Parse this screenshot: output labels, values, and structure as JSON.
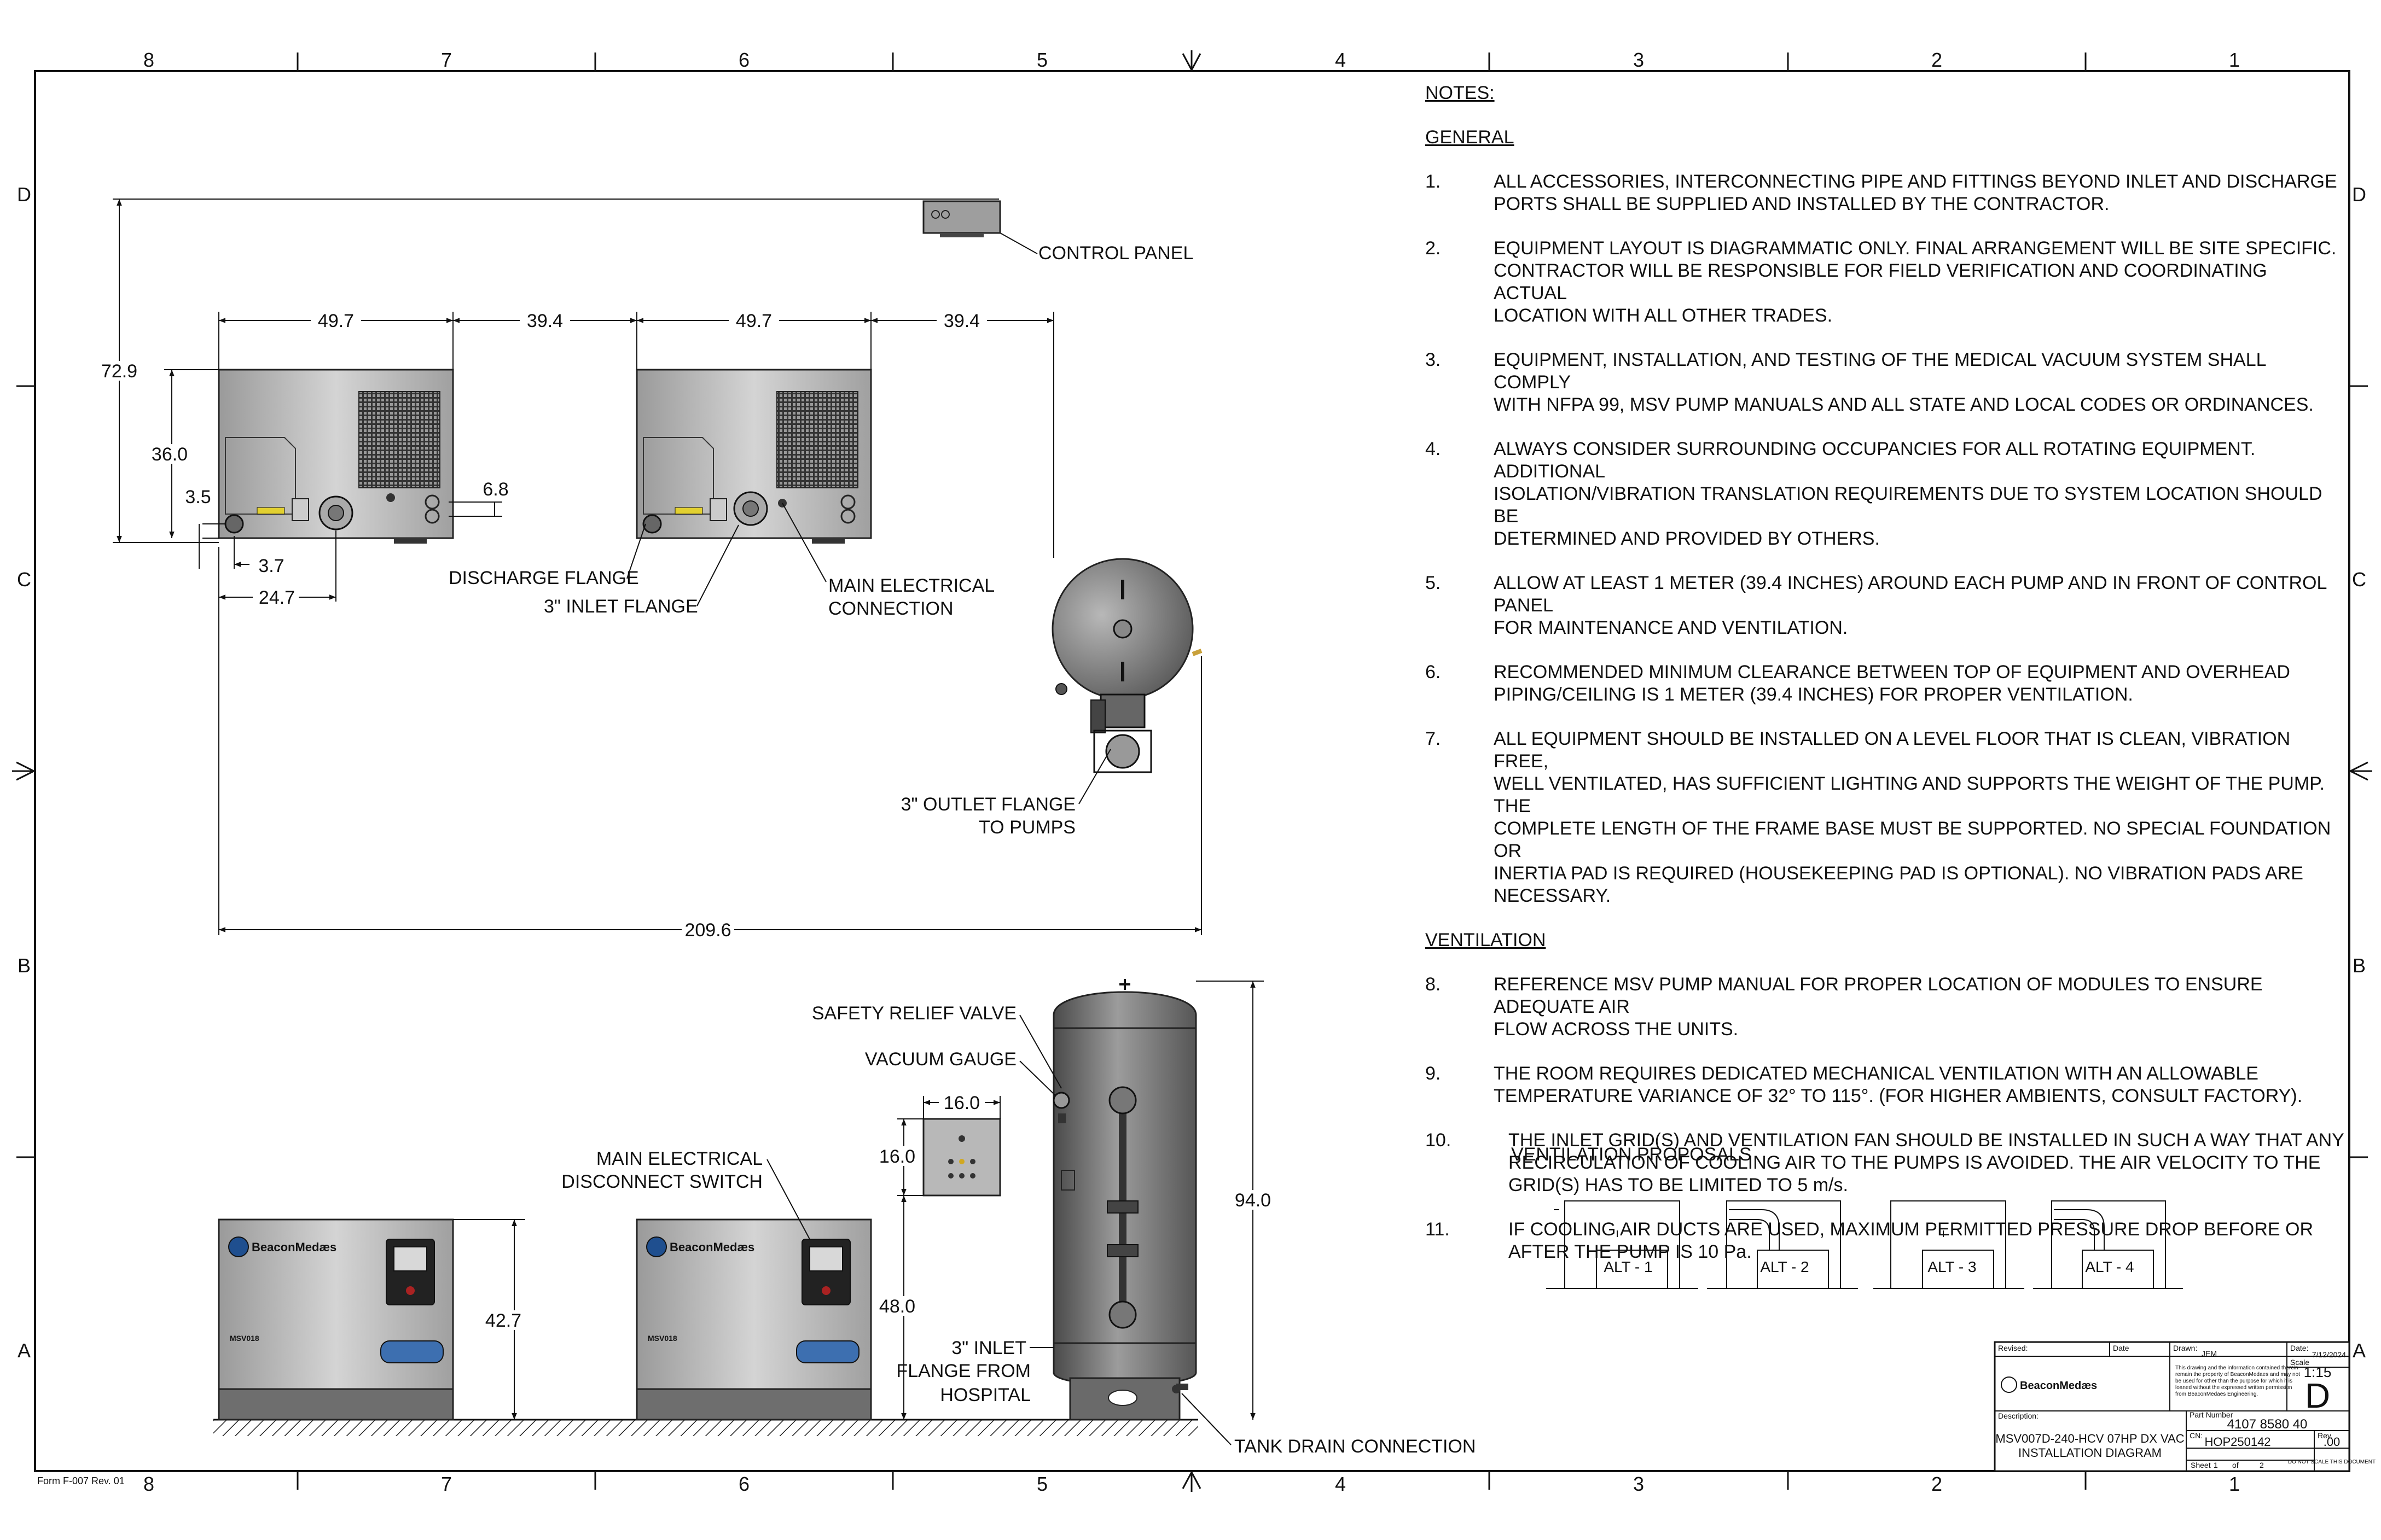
{
  "border": {
    "columns": [
      "8",
      "7",
      "6",
      "5",
      "4",
      "3",
      "2",
      "1"
    ],
    "rows": [
      "D",
      "C",
      "B",
      "A"
    ],
    "form_label": "Form F-007 Rev. 01"
  },
  "plan_view": {
    "dimensions": {
      "overall_depth": "72.9",
      "pump_width_1": "49.7",
      "gap_1": "39.4",
      "pump_width_2": "49.7",
      "gap_2": "39.4",
      "pump_depth": "36.0",
      "flange_height": "3.5",
      "conn_height": "6.8",
      "flange_offset": "3.7",
      "inlet_offset": "24.7",
      "overall_length": "209.6"
    },
    "callouts": {
      "control_panel": "CONTROL PANEL",
      "discharge_flange": "DISCHARGE FLANGE",
      "inlet_flange": "3\" INLET FLANGE",
      "main_electrical_1": "MAIN ELECTRICAL",
      "main_electrical_2": "CONNECTION",
      "outlet_flange_1": "3\" OUTLET FLANGE",
      "outlet_flange_2": "TO PUMPS"
    }
  },
  "elevation_view": {
    "dimensions": {
      "panel_width": "16.0",
      "panel_height": "16.0",
      "panel_mount_height": "48.0",
      "pump_height": "42.7",
      "tank_height": "94.0"
    },
    "callouts": {
      "safety_relief_valve": "SAFETY RELIEF VALVE",
      "vacuum_gauge": "VACUUM GAUGE",
      "main_disconnect_1": "MAIN ELECTRICAL",
      "main_disconnect_2": "DISCONNECT SWITCH",
      "inlet_hospital_1": "3\" INLET",
      "inlet_hospital_2": "FLANGE FROM",
      "inlet_hospital_3": "HOSPITAL",
      "tank_drain": "TANK DRAIN CONNECTION"
    },
    "brand_label": "BeaconMedæs",
    "model_label": "MSV018"
  },
  "notes": {
    "title": "NOTES:",
    "general_heading": "GENERAL",
    "general": [
      {
        "num": "1.",
        "lines": [
          "ALL ACCESSORIES, INTERCONNECTING PIPE AND FITTINGS BEYOND INLET AND DISCHARGE",
          "PORTS SHALL BE SUPPLIED AND INSTALLED BY THE CONTRACTOR."
        ]
      },
      {
        "num": "2.",
        "lines": [
          "EQUIPMENT LAYOUT IS DIAGRAMMATIC ONLY. FINAL ARRANGEMENT WILL BE SITE SPECIFIC.",
          "CONTRACTOR WILL BE RESPONSIBLE FOR FIELD VERIFICATION AND COORDINATING ACTUAL",
          "LOCATION WITH ALL OTHER TRADES."
        ]
      },
      {
        "num": "3.",
        "lines": [
          "EQUIPMENT, INSTALLATION, AND TESTING OF THE MEDICAL VACUUM SYSTEM SHALL COMPLY",
          "WITH NFPA 99, MSV PUMP MANUALS AND ALL STATE AND LOCAL CODES OR ORDINANCES."
        ]
      },
      {
        "num": "4.",
        "lines": [
          "ALWAYS CONSIDER SURROUNDING OCCUPANCIES FOR ALL ROTATING EQUIPMENT. ADDITIONAL",
          "ISOLATION/VIBRATION TRANSLATION REQUIREMENTS DUE TO SYSTEM LOCATION SHOULD BE",
          "DETERMINED AND PROVIDED BY OTHERS."
        ]
      },
      {
        "num": "5.",
        "lines": [
          "ALLOW AT LEAST 1 METER (39.4 INCHES) AROUND EACH PUMP AND IN FRONT OF CONTROL PANEL",
          "FOR MAINTENANCE AND VENTILATION."
        ]
      },
      {
        "num": "6.",
        "lines": [
          "RECOMMENDED MINIMUM CLEARANCE BETWEEN TOP OF EQUIPMENT AND OVERHEAD",
          "PIPING/CEILING IS 1 METER (39.4 INCHES) FOR PROPER VENTILATION."
        ]
      },
      {
        "num": "7.",
        "lines": [
          "ALL EQUIPMENT SHOULD BE INSTALLED ON A LEVEL FLOOR THAT IS CLEAN, VIBRATION FREE,",
          "WELL VENTILATED, HAS SUFFICIENT LIGHTING AND SUPPORTS THE WEIGHT OF THE PUMP. THE",
          "COMPLETE LENGTH OF THE FRAME BASE MUST BE SUPPORTED. NO SPECIAL FOUNDATION OR",
          "INERTIA PAD IS REQUIRED (HOUSEKEEPING PAD IS OPTIONAL). NO VIBRATION PADS ARE",
          "NECESSARY."
        ]
      }
    ],
    "ventilation_heading": "VENTILATION",
    "ventilation": [
      {
        "num": "8.",
        "lines": [
          "REFERENCE MSV PUMP MANUAL FOR PROPER LOCATION OF MODULES TO ENSURE ADEQUATE AIR",
          "FLOW ACROSS THE UNITS."
        ]
      },
      {
        "num": "9.",
        "lines": [
          "THE ROOM REQUIRES DEDICATED MECHANICAL VENTILATION WITH AN ALLOWABLE",
          "TEMPERATURE VARIANCE OF 32° TO 115°.  (FOR HIGHER AMBIENTS, CONSULT FACTORY)."
        ]
      },
      {
        "num": "10.",
        "lines": [
          "THE INLET GRID(S) AND VENTILATION FAN SHOULD BE INSTALLED IN SUCH A WAY THAT ANY",
          "RECIRCULATION OF COOLING AIR TO THE PUMPS IS AVOIDED. THE AIR VELOCITY TO THE",
          "GRID(S) HAS TO BE LIMITED TO 5 m/s."
        ]
      },
      {
        "num": "11.",
        "lines": [
          "IF COOLING AIR DUCTS ARE USED, MAXIMUM PERMITTED PRESSURE DROP BEFORE OR",
          "AFTER THE PUMP IS 10 Pa."
        ]
      }
    ]
  },
  "ventilation_proposals": {
    "title": "VENTILATION PROPOSALS",
    "alts": [
      "ALT - 1",
      "ALT - 2",
      "ALT - 3",
      "ALT - 4"
    ]
  },
  "title_block": {
    "revised_label": "Revised:",
    "date_label": "Date",
    "drawn_label": "Drawn:",
    "drawn_value": "JEM",
    "date2_label": "Date:",
    "date_value": "7/12/2024",
    "logo_text": "BeaconMedæs",
    "disclaimer": [
      "This drawing and the information contained therein",
      "remain the property of BeaconMedaes and may not",
      "be used for other than the purpose for which it is",
      "loaned without the expressed written permission",
      "from BeaconMedaes Engineering."
    ],
    "scale_label": "Scale",
    "scale_value": "1:15",
    "size_value": "D",
    "description_label": "Description:",
    "description_1": "MSV007D-240-HCV 07HP DX VAC",
    "description_2": "INSTALLATION DIAGRAM",
    "part_number_label": "Part Number",
    "part_number_value": "4107 8580 40",
    "cn_label": "CN:",
    "cn_value": "HOP250142",
    "rev_label": "Rev.",
    "rev_value": ".00",
    "sheet_label": "Sheet",
    "sheet_value": "1",
    "of_label": "of",
    "sheet_total": "2",
    "no_scale": "DO NOT SCALE THIS DOCUMENT"
  }
}
